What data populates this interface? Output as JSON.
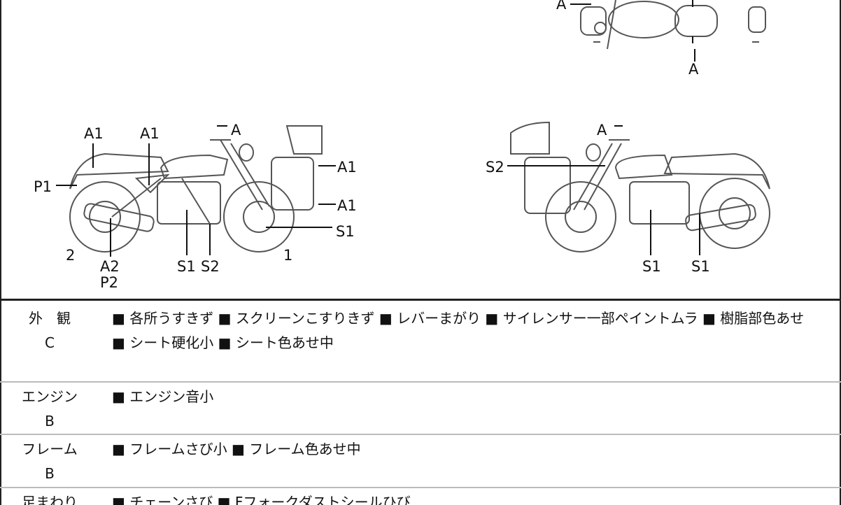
{
  "diagram_labels": {
    "top_a_left": "A",
    "top_a_bottom": "A",
    "left": {
      "a1_rear": "A1",
      "a1_tank": "A1",
      "a_lever": "A",
      "a1_screen": "A1",
      "a1_case": "A1",
      "p1": "P1",
      "s1_wheel": "S1",
      "rear_num": "2",
      "a2": "A2",
      "p2": "P2",
      "s1_engine": "S1",
      "s2_exhaust": "S2",
      "front_num": "1"
    },
    "right": {
      "a_lever": "A",
      "s2_fork": "S2",
      "s1_engine": "S1",
      "s1_exhaust": "S1"
    }
  },
  "rows": [
    {
      "category": "外　観",
      "grade": "C",
      "items": "■ 各所うすきず ■ スクリーンこすりきず ■ レバーまがり ■ サイレンサー一部ペイントムラ ■ 樹脂部色あせ ■ シート硬化小 ■ シート色あせ中"
    },
    {
      "category": "エンジン",
      "grade": "B",
      "items": "■ エンジン音小"
    },
    {
      "category": "フレーム",
      "grade": "B",
      "items": "■ フレームさび小 ■ フレーム色あせ中"
    },
    {
      "category": "足まわり",
      "grade": "",
      "items": "■ チェーンさび ■ Fフォークダストシールひび"
    }
  ]
}
